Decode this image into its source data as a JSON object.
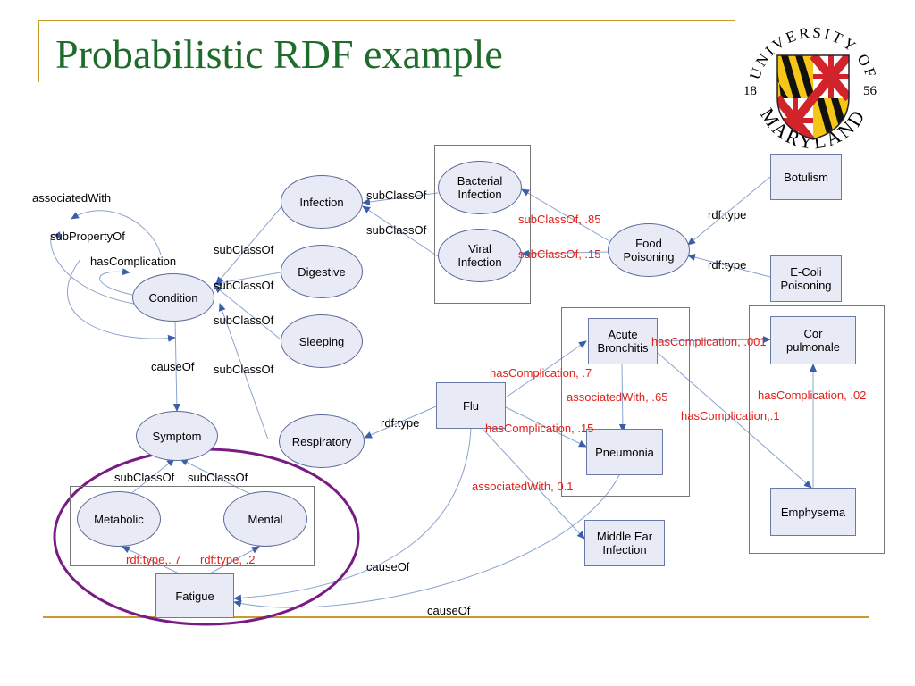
{
  "slide": {
    "title": "Probabilistic RDF example"
  },
  "logo": {
    "top_text": "UNIVERSITY OF",
    "bottom_text": "MARYLAND",
    "year_left": "18",
    "year_right": "56"
  },
  "nodes": {
    "condition": "Condition",
    "infection": "Infection",
    "digestive": "Digestive",
    "sleeping": "Sleeping",
    "symptom": "Symptom",
    "respiratory": "Respiratory",
    "metabolic": "Metabolic",
    "mental": "Mental",
    "fatigue": "Fatigue",
    "bacterial": "Bacterial\nInfection",
    "viral": "Viral\nInfection",
    "food": "Food\nPoisoning",
    "botulism": "Botulism",
    "ecoli": "E-Coli\nPoisoning",
    "flu": "Flu",
    "acute": "Acute\nBronchitis",
    "pneumonia": "Pneumonia",
    "middle": "Middle Ear\nInfection",
    "cor": "Cor\npulmonale",
    "emphysema": "Emphysema"
  },
  "labels": {
    "associatedWith": "associatedWith",
    "subPropertyOf": "subPropertyOf",
    "hasComplication": "hasComplication",
    "subClassOf_1": "subClassOf",
    "subClassOf_2": "subClassOf",
    "subClassOf_3": "subClassOf",
    "subClassOf_4": "subClassOf",
    "causeOf_1": "causeOf",
    "subClassOf_inf1": "subClassOf",
    "subClassOf_inf2": "subClassOf",
    "subClassOf_85": "subClassOf, .85",
    "subClassOf_15": "subClassOf, .15",
    "rdftype_1": "rdf:type",
    "rdftype_2": "rdf:type",
    "rdftype_flu": "rdf:type",
    "hasComp_001": "hasComplication, .001",
    "hasComp_7": "hasComplication, .7",
    "assoc_65": "associatedWith, .65",
    "hasComp_1": "hasComplication,.1",
    "hasComp_02": "hasComplication, .02",
    "hasComp_15": "hasComplication, .15",
    "assoc_01": "associatedWith, 0.1",
    "subClassOf_m1": "subClassOf",
    "subClassOf_m2": "subClassOf",
    "rdftype_7": "rdf:type,. 7",
    "rdftype_2b": "rdf:type, .2",
    "causeOf_2": "causeOf",
    "causeOf_3": "causeOf"
  }
}
